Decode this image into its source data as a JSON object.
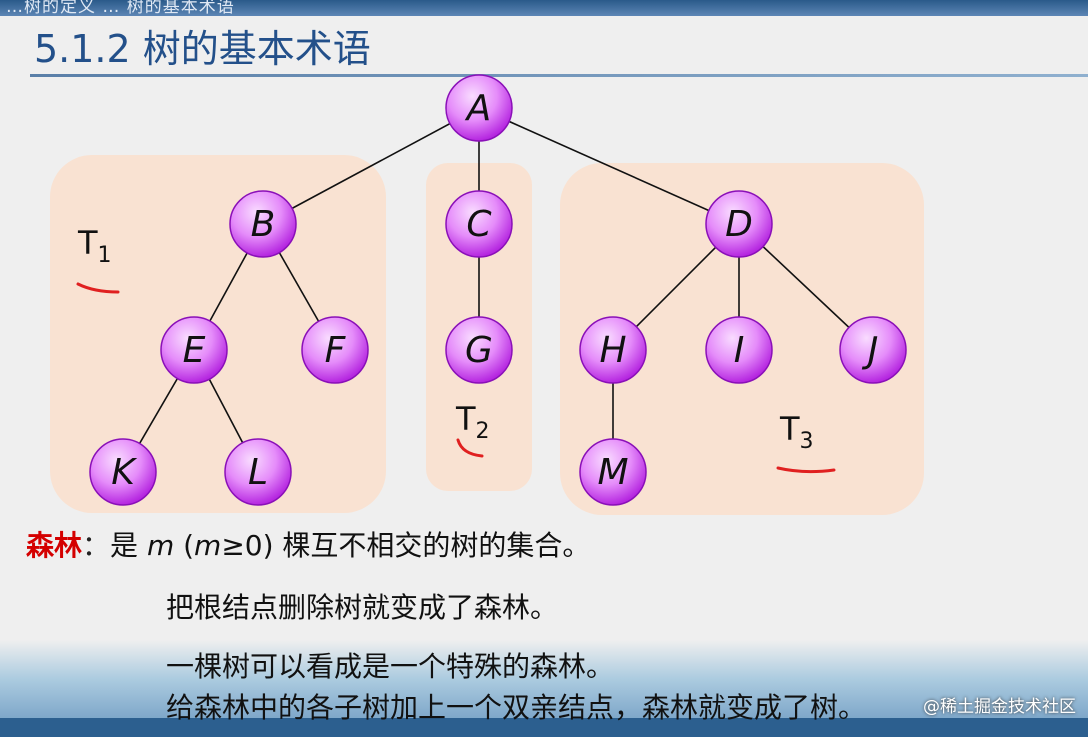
{
  "header": {
    "partial_text": "…树的定义 … 树的基本术语",
    "title": "5.1.2 树的基本术语"
  },
  "colors": {
    "panel_fill": "#f9e2d2",
    "node_gradient_center": "#f9dcff",
    "node_gradient_edge": "#b526e0",
    "title_color": "#23508a",
    "term_color": "#d40000",
    "annotation_red": "#e02020"
  },
  "tree": {
    "root": "A",
    "nodes": [
      "A",
      "B",
      "C",
      "D",
      "E",
      "F",
      "G",
      "H",
      "I",
      "J",
      "K",
      "L",
      "M"
    ],
    "edges": [
      [
        "A",
        "B"
      ],
      [
        "A",
        "C"
      ],
      [
        "A",
        "D"
      ],
      [
        "B",
        "E"
      ],
      [
        "B",
        "F"
      ],
      [
        "C",
        "G"
      ],
      [
        "D",
        "H"
      ],
      [
        "D",
        "I"
      ],
      [
        "D",
        "J"
      ],
      [
        "E",
        "K"
      ],
      [
        "E",
        "L"
      ],
      [
        "H",
        "M"
      ]
    ]
  },
  "subtrees": [
    {
      "base": "T",
      "sub": "1"
    },
    {
      "base": "T",
      "sub": "2"
    },
    {
      "base": "T",
      "sub": "3"
    }
  ],
  "definition": {
    "term": "森林",
    "colon": "：",
    "prefix": "是 ",
    "m": "m",
    "condition_open": " (",
    "condition_var": "m",
    "condition_rest": "≥0)",
    "suffix": " 棵互不相交的树的集合。"
  },
  "lines": [
    "把根结点删除树就变成了森林。",
    "一棵树可以看成是一个特殊的森林。",
    "给森林中的各子树加上一个双亲结点，森林就变成了树。"
  ],
  "watermark": "@稀土掘金技术社区"
}
